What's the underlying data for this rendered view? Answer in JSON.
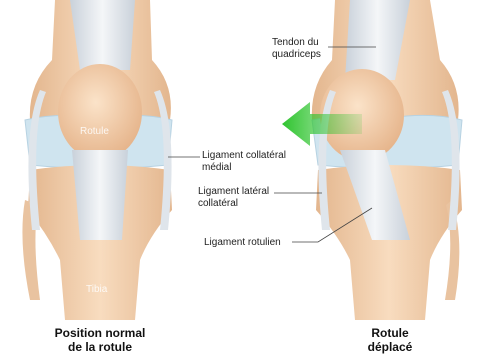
{
  "left_knee": {
    "patella_label": "Rotule",
    "tibia_label": "Tibia",
    "caption_line1": "Position normal",
    "caption_line2": "de la rotule"
  },
  "right_knee": {
    "caption_line1": "Rotule",
    "caption_line2": "déplacé"
  },
  "labels": {
    "quadriceps_tendon_line1": "Tendon du",
    "quadriceps_tendon_line2": "quadriceps",
    "medial_collateral_line1": "Ligament collatéral",
    "medial_collateral_line2": "médial",
    "lateral_collateral_line1": "Ligament latéral",
    "lateral_collateral_line2": "collatéral",
    "patellar_ligament": "Ligament rotulien"
  },
  "colors": {
    "bone": "#f3d2b0",
    "bone_shade": "#e3b68e",
    "cartilage": "#cfe4ef",
    "tendon": "#dde3ea",
    "arrow": "#3ecf3e"
  }
}
